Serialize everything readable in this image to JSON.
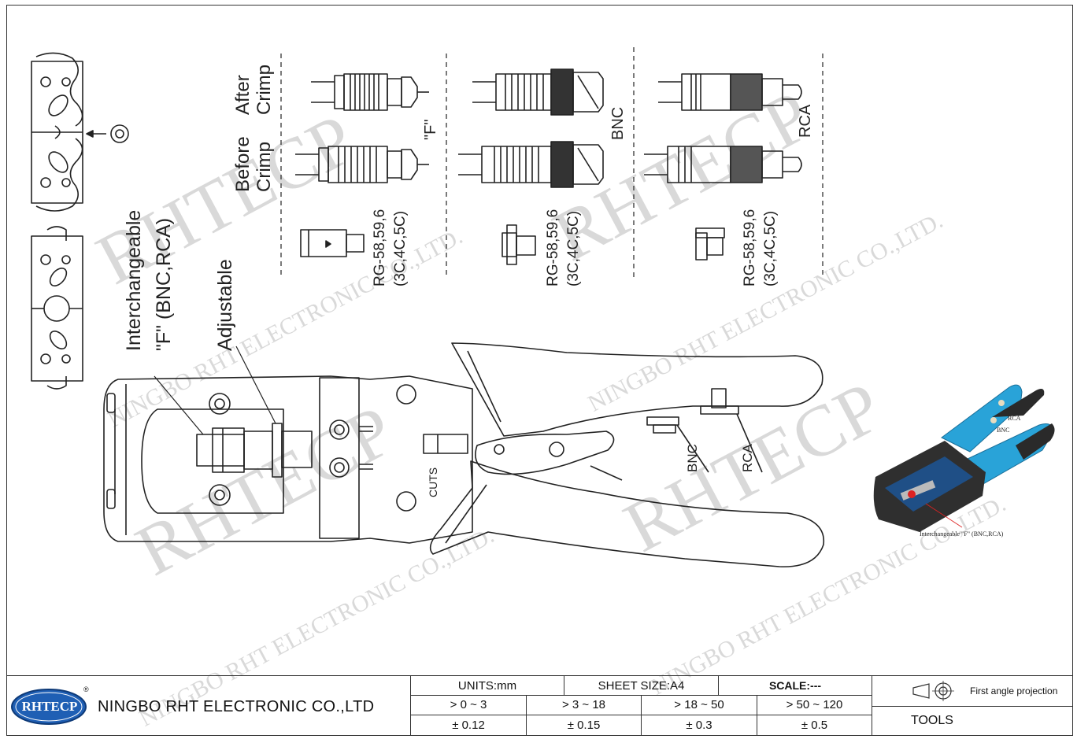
{
  "company": {
    "logo_text": "RHTECP",
    "registered_mark": "®",
    "name": "NINGBO RHT ELECTRONIC  CO.,LTD"
  },
  "title_block": {
    "units": "UNITS:mm",
    "sheet_size": "SHEET SIZE:A4",
    "scale": "SCALE:---",
    "tolerance_ranges": [
      "> 0 ~ 3",
      "> 3 ~ 18",
      "> 18 ~ 50",
      "> 50 ~ 120"
    ],
    "tolerance_values": [
      "± 0.12",
      "± 0.15",
      "± 0.3",
      "± 0.5"
    ],
    "projection": "First angle projection",
    "category": "TOOLS"
  },
  "drawing": {
    "row_labels": [
      "After",
      "Crimp",
      "Before",
      "Crimp"
    ],
    "connector_labels": [
      "\"F\"",
      "BNC",
      "RCA"
    ],
    "cable_spec": [
      "RG-58,59,6",
      "(3C,4C,5C)"
    ],
    "callouts": [
      "Interchangeable",
      "\"F\" (BNC,RCA)",
      "Adjustable"
    ],
    "tool_labels": [
      "CUTS",
      "BNC",
      "RCA"
    ],
    "photo_labels": [
      "RCA",
      "BNC",
      "Interchangeable \"F\" (BNC,RCA)"
    ],
    "watermarks": [
      "RHTECP",
      "NINGBO RHT ELECTRONIC CO.,LTD."
    ]
  },
  "colors": {
    "line": "#222222",
    "watermark": "#d9d9d9",
    "logo_blue": "#1f5fb4",
    "photo_blue": "#29a3d8",
    "photo_dark": "#2a2a2a"
  }
}
